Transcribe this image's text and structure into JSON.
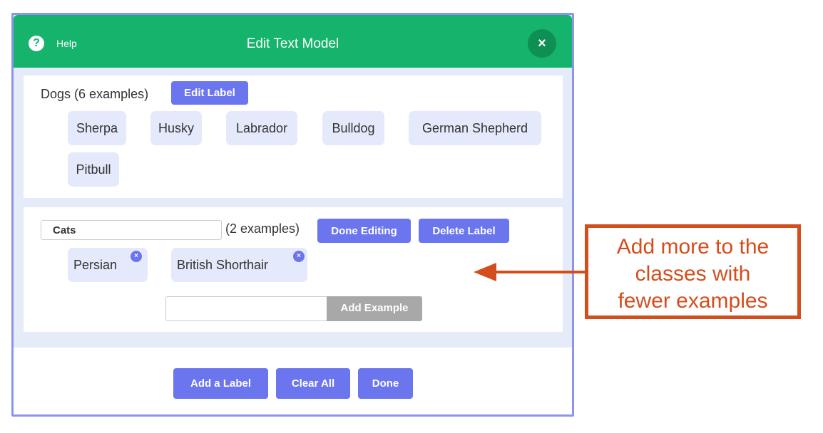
{
  "header": {
    "help_icon": "?",
    "help_label": "Help",
    "title": "Edit Text Model",
    "close_icon": "×"
  },
  "labels": [
    {
      "name": "Dogs",
      "count_text": "(6 examples)",
      "edit_button": "Edit Label",
      "examples": [
        "Sherpa",
        "Husky",
        "Labrador",
        "Bulldog",
        "German Shepherd",
        "Pitbull"
      ]
    },
    {
      "name_input_value": "Cats",
      "count_text": "(2 examples)",
      "done_button": "Done Editing",
      "delete_button": "Delete Label",
      "examples": [
        "Persian",
        "British Shorthair"
      ],
      "remove_icon": "×",
      "example_input_value": "",
      "add_example_button": "Add Example"
    }
  ],
  "footer": {
    "add_label_button": "Add a Label",
    "clear_all_button": "Clear All",
    "done_button": "Done"
  },
  "annotation": {
    "text_line1": "Add more to the",
    "text_line2": "classes with",
    "text_line3": "fewer examples",
    "color": "#d44d1c"
  },
  "colors": {
    "header_green": "#15b36b",
    "button_blue": "#6b75ee",
    "chip_bg": "#e4e9fb",
    "modal_border": "#8b96ea"
  }
}
